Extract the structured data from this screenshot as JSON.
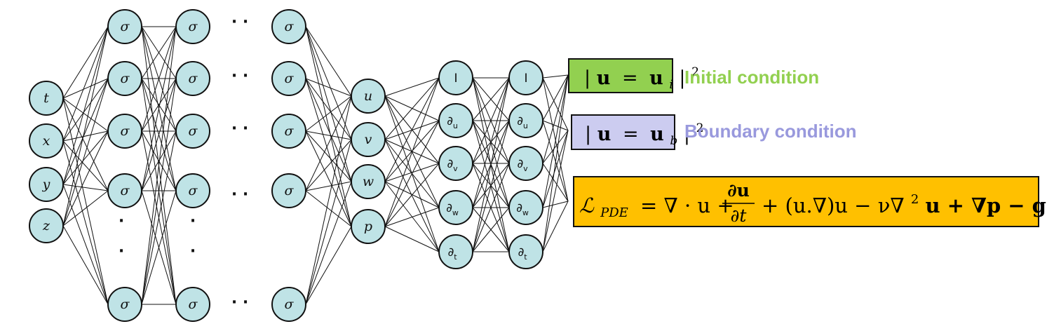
{
  "input_layer": [
    "t",
    "x",
    "y",
    "z"
  ],
  "hidden_layers": {
    "activation": "σ",
    "ellipsis_h": "· ·",
    "ellipsis_v": "·"
  },
  "output_layer": [
    "u",
    "v",
    "w",
    "p"
  ],
  "derivative_layer": [
    {
      "main": "I",
      "sub": ""
    },
    {
      "main": "∂",
      "sub": "u"
    },
    {
      "main": "∂",
      "sub": "v"
    },
    {
      "main": "∂",
      "sub": "w"
    },
    {
      "main": "∂",
      "sub": "t"
    }
  ],
  "losses": [
    {
      "id": "initial",
      "equation": "|u = u_i|^2",
      "label": "Initial condition",
      "box_color": "#92d050",
      "label_color": "#92d050"
    },
    {
      "id": "boundary",
      "equation": "|u = u_b|^2",
      "label": "Boundary condition",
      "box_color": "#ccccf0",
      "label_color": "#9999dd"
    },
    {
      "id": "pde",
      "equation": "L_PDE = ∇·u + ∂u/∂t + (u.∇)u − ν∇²u + ∇p − g",
      "label": "",
      "box_color": "#ffc000",
      "label_color": ""
    }
  ],
  "eq_parts": {
    "abs_bar": "|",
    "bold_u": "u",
    "equals": "=",
    "sub_i": "i",
    "sub_b": "b",
    "sup_2": "2",
    "script_L": "ℒ",
    "sub_PDE": "PDE",
    "pde_tail": "= ∇ · u + ",
    "frac_num": "∂u",
    "frac_den": "∂t",
    "pde_tail2": "+ (u.∇)u − ν∇",
    "pde_tail3": "u + ∇p − g"
  }
}
